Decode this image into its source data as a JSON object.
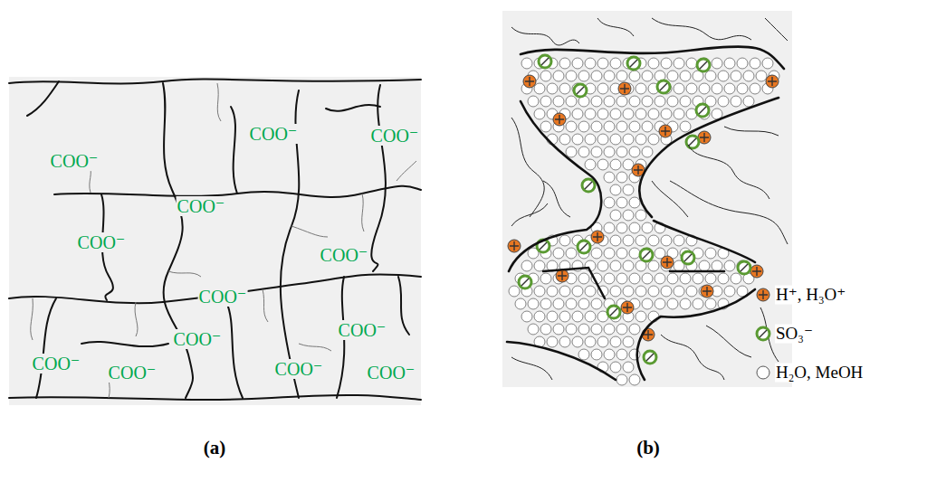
{
  "diagram": {
    "labels": [
      "COO⁻",
      "COO⁻",
      "COO⁻",
      "COO⁻",
      "COO⁻",
      "COO⁻",
      "COO⁻",
      "COO⁻",
      "COO⁻",
      "COO⁻",
      "COO⁻",
      "COO⁻",
      "COO⁻",
      "(a)",
      "(b)"
    ],
    "legend": [
      {
        "text": "H⁺, H₃O⁺"
      },
      {
        "text": "SO₃⁻"
      },
      {
        "text": "H₂O, MeOH"
      }
    ]
  }
}
